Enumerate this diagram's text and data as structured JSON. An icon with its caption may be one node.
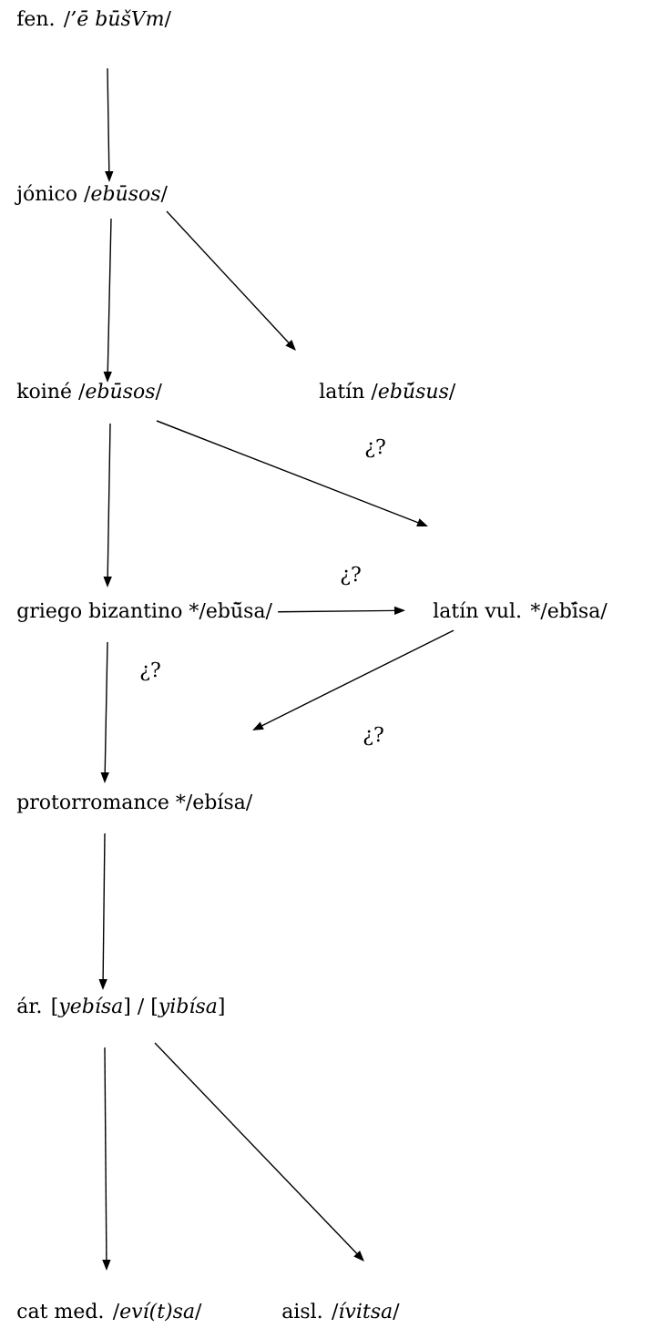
{
  "diagram": {
    "nodes": [
      {
        "text": [
          "fen.  /*’ē būšVm*/"
        ]
      },
      {
        "text": [
          "jónico /*ebūsos*/"
        ]
      },
      {
        "text": [
          "koiné /*ebūsos*/"
        ]
      },
      {
        "text": [
          "latín /*ebū́sus*/"
        ]
      },
      {
        "text": [
          "griego bizantino */ebū̆sa/"
        ]
      },
      {
        "text": [
          "latín vul. */ebī́sa/"
        ]
      },
      {
        "text": [
          "protorromance */ebísa/"
        ]
      },
      {
        "text": [
          "ár. [*yebísa*] / [*yibísa*]"
        ]
      },
      {
        "text": [
          "cat med. /*eví(t)sa*/"
        ]
      },
      {
        "text": [
          "aisl. /*ívitsa*/"
        ]
      }
    ],
    "edges": [
      {
        "from": 0,
        "to": 1,
        "arrow": "to"
      },
      {
        "from": 1,
        "to": 2,
        "arrow": "to"
      },
      {
        "from": 1,
        "to": 3,
        "arrow": "to"
      },
      {
        "from": 2,
        "to": 4,
        "arrow": "to"
      },
      {
        "from": 2,
        "to": 5,
        "arrow": "to",
        "label": "¿?"
      },
      {
        "from": 4,
        "to": 5,
        "arrow": "to",
        "label": "¿?"
      },
      {
        "from": 4,
        "to": 6,
        "arrow": "to",
        "label": "¿?"
      },
      {
        "from": 5,
        "to": 6,
        "arrow": "to",
        "label": "¿?"
      },
      {
        "from": 6,
        "to": 7,
        "arrow": "to"
      },
      {
        "from": 7,
        "to": 8,
        "arrow": "to"
      },
      {
        "from": 7,
        "to": 9,
        "arrow": "to"
      }
    ]
  }
}
